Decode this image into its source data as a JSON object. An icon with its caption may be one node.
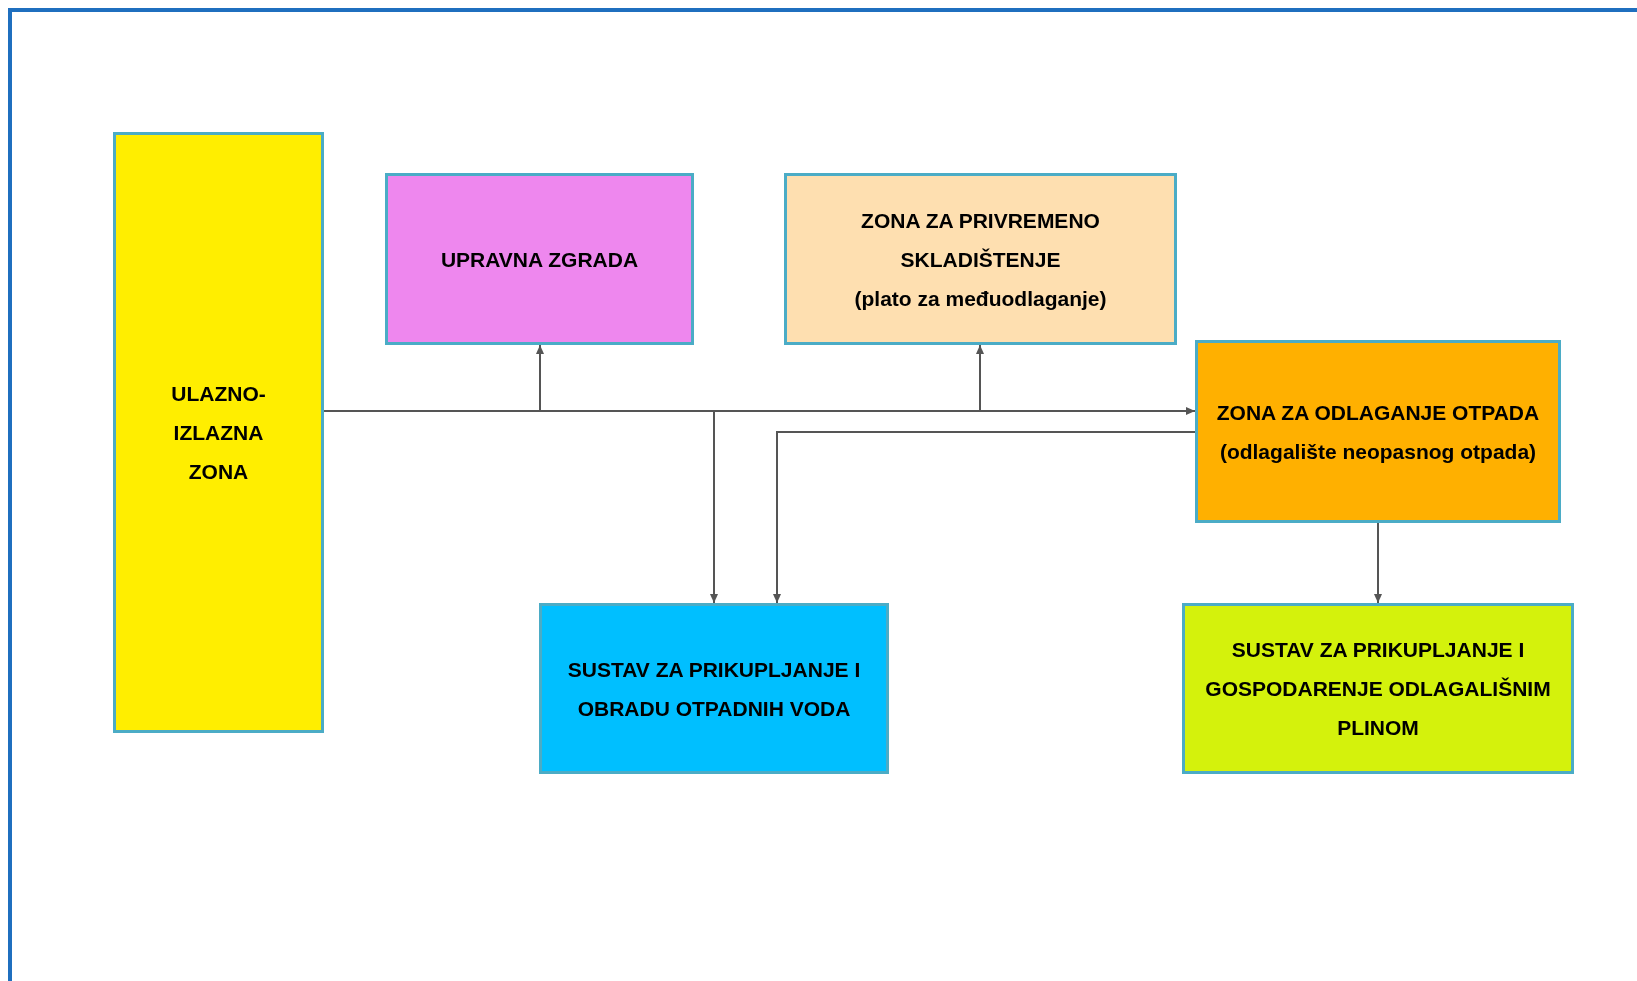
{
  "diagram": {
    "nodes": [
      {
        "text": [
          "ULAZNO-IZLAZNA ZONA"
        ]
      },
      {
        "text": [
          "UPRAVNA ZGRADA"
        ]
      },
      {
        "text": [
          "ZONA ZA PRIVREMENO SKLADIŠTENJE",
          "(plato za međuodlaganje)"
        ]
      },
      {
        "text": [
          "ZONA ZA ODLAGANJE OTPADA",
          "(odlagalište neopasnog otpada)"
        ]
      },
      {
        "text": [
          "SUSTAV ZA PRIKUPLJANJE I OBRADU OTPADNIH VODA"
        ]
      },
      {
        "text": [
          "SUSTAV ZA PRIKUPLJANJE I GOSPODARENJE ODLAGALIŠNIM PLINOM"
        ]
      }
    ],
    "edges": [
      {
        "from": 0,
        "to": 3,
        "arrow": "to"
      },
      {
        "from": 0,
        "to": 1,
        "arrow": "to"
      },
      {
        "from": 0,
        "to": 2,
        "arrow": "to"
      },
      {
        "from": 0,
        "to": 4,
        "arrow": "to"
      },
      {
        "from": 3,
        "to": 4,
        "arrow": "to"
      },
      {
        "from": 3,
        "to": 5,
        "arrow": "to"
      }
    ]
  }
}
